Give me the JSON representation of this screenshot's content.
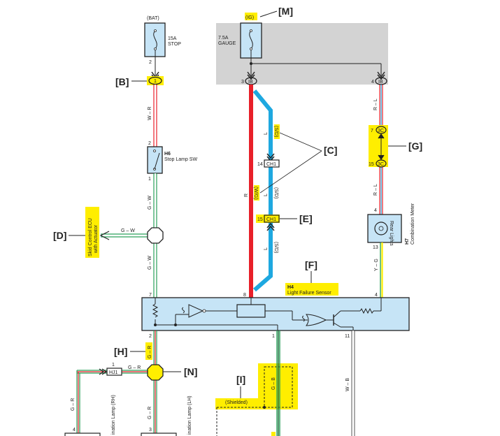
{
  "callouts": {
    "B": "[B]",
    "C": "[C]",
    "D": "[D]",
    "E": "[E]",
    "F": "[F]",
    "G": "[G]",
    "H": "[H]",
    "I": "[I]",
    "M": "[M]",
    "N": "[N]"
  },
  "power": {
    "bat": {
      "supply": "(BAT)",
      "rating": "15A",
      "name": "STOP",
      "pin": "2"
    },
    "ig": {
      "supply": "(IG)",
      "rating": "7.5A",
      "name": "GAUGE"
    }
  },
  "connectors": {
    "b1": {
      "pin": "1"
    },
    "ib3": {
      "pin": "3",
      "name": "IB"
    },
    "ib4": {
      "pin": "4",
      "name": "IB"
    },
    "ch1_14": {
      "pin": "14",
      "name": "CH1"
    },
    "ch1_15": {
      "pin": "15",
      "name": "CH1"
    },
    "sc7": {
      "pin": "7",
      "name": "3C"
    },
    "sc15": {
      "pin": "15",
      "name": "3C"
    },
    "hj1": {
      "pin": "1",
      "name": "HJ1"
    }
  },
  "components": {
    "stop_lamp_sw": {
      "code": "H6",
      "name": "Stop Lamp SW",
      "pin_top": "2",
      "pin_bottom": "1"
    },
    "combination_meter": {
      "code": "H7",
      "name": "Combination Meter",
      "lamp": "Rear Lights",
      "pin_top": "4",
      "pin_bottom": "13"
    },
    "light_failure_sensor": {
      "code": "H4",
      "name": "Light Failure Sensor",
      "pins": {
        "p7": "7",
        "p8": "8",
        "p4": "4",
        "p2": "2",
        "p1": "1",
        "p11": "11"
      }
    },
    "skid_ecu": {
      "line1": "Skid Control ECU",
      "line2": "with Actuator"
    },
    "rear_comb_rh": {
      "name": "ination Lamp (RH)",
      "pin": "4"
    },
    "rear_comb_lh": {
      "name": "ination Lamp (LH)",
      "pin": "3"
    }
  },
  "wires": {
    "w_r": "W – R",
    "g_w": "G – W",
    "r": "R",
    "l": "L",
    "r_l": "R – L",
    "y_g": "Y – G",
    "g_r": "G – R",
    "g_b": "G – B",
    "w_b": "W – B"
  },
  "tags": {
    "sd": "(S/D)",
    "wg": "(W/G)",
    "shielded": "(Shielded)"
  },
  "colors": {
    "highlight": "#ffee00",
    "red_wire": "#e8202a",
    "blue_wire": "#1ea8e0",
    "green_wire": "#2aa05a",
    "component_fill": "#c6e4f6",
    "shaded_area": "#d3d3d3"
  }
}
